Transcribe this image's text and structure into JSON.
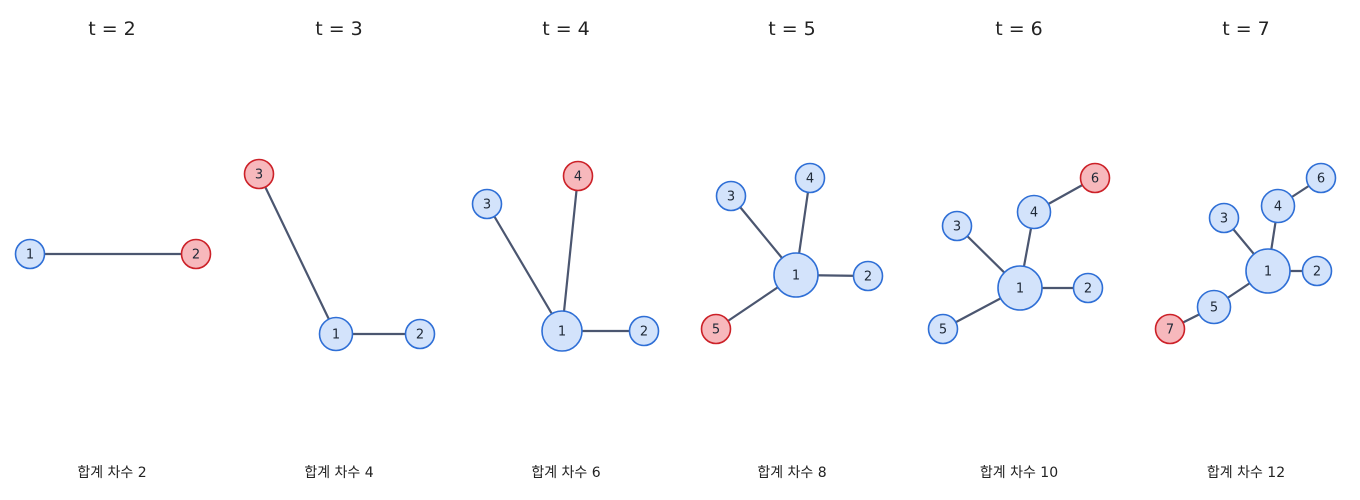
{
  "colors": {
    "old_node_fill": "#d3e3fb",
    "old_node_stroke": "#2f6fd6",
    "new_node_fill": "#f7b8bc",
    "new_node_stroke": "#cc2128",
    "edge": "#4b5670"
  },
  "panels": [
    {
      "title": "t = 2",
      "caption": "합계 차수 2",
      "nodes": [
        {
          "label": "1",
          "degree": 1,
          "new": false
        },
        {
          "label": "2",
          "degree": 1,
          "new": true
        }
      ],
      "edges": [
        [
          "1",
          "2"
        ]
      ]
    },
    {
      "title": "t = 3",
      "caption": "합계 차수 4",
      "nodes": [
        {
          "label": "1",
          "degree": 2,
          "new": false
        },
        {
          "label": "2",
          "degree": 1,
          "new": false
        },
        {
          "label": "3",
          "degree": 1,
          "new": true
        }
      ],
      "edges": [
        [
          "1",
          "2"
        ],
        [
          "1",
          "3"
        ]
      ]
    },
    {
      "title": "t = 4",
      "caption": "합계 차수 6",
      "nodes": [
        {
          "label": "1",
          "degree": 3,
          "new": false
        },
        {
          "label": "2",
          "degree": 1,
          "new": false
        },
        {
          "label": "3",
          "degree": 1,
          "new": false
        },
        {
          "label": "4",
          "degree": 1,
          "new": true
        }
      ],
      "edges": [
        [
          "1",
          "2"
        ],
        [
          "1",
          "3"
        ],
        [
          "1",
          "4"
        ]
      ]
    },
    {
      "title": "t = 5",
      "caption": "합계 차수 8",
      "nodes": [
        {
          "label": "1",
          "degree": 4,
          "new": false
        },
        {
          "label": "2",
          "degree": 1,
          "new": false
        },
        {
          "label": "3",
          "degree": 1,
          "new": false
        },
        {
          "label": "4",
          "degree": 1,
          "new": false
        },
        {
          "label": "5",
          "degree": 1,
          "new": true
        }
      ],
      "edges": [
        [
          "1",
          "2"
        ],
        [
          "1",
          "3"
        ],
        [
          "1",
          "4"
        ],
        [
          "1",
          "5"
        ]
      ]
    },
    {
      "title": "t = 6",
      "caption": "합계 차수 10",
      "nodes": [
        {
          "label": "1",
          "degree": 4,
          "new": false
        },
        {
          "label": "2",
          "degree": 1,
          "new": false
        },
        {
          "label": "3",
          "degree": 1,
          "new": false
        },
        {
          "label": "4",
          "degree": 2,
          "new": false
        },
        {
          "label": "5",
          "degree": 1,
          "new": false
        },
        {
          "label": "6",
          "degree": 1,
          "new": true
        }
      ],
      "edges": [
        [
          "1",
          "2"
        ],
        [
          "1",
          "3"
        ],
        [
          "1",
          "4"
        ],
        [
          "1",
          "5"
        ],
        [
          "4",
          "6"
        ]
      ]
    },
    {
      "title": "t = 7",
      "caption": "합계 차수 12",
      "nodes": [
        {
          "label": "1",
          "degree": 4,
          "new": false
        },
        {
          "label": "2",
          "degree": 1,
          "new": false
        },
        {
          "label": "3",
          "degree": 1,
          "new": false
        },
        {
          "label": "4",
          "degree": 2,
          "new": false
        },
        {
          "label": "5",
          "degree": 2,
          "new": false
        },
        {
          "label": "6",
          "degree": 1,
          "new": false
        },
        {
          "label": "7",
          "degree": 1,
          "new": true
        }
      ],
      "edges": [
        [
          "1",
          "2"
        ],
        [
          "1",
          "3"
        ],
        [
          "1",
          "4"
        ],
        [
          "1",
          "5"
        ],
        [
          "4",
          "6"
        ],
        [
          "5",
          "7"
        ]
      ]
    }
  ]
}
